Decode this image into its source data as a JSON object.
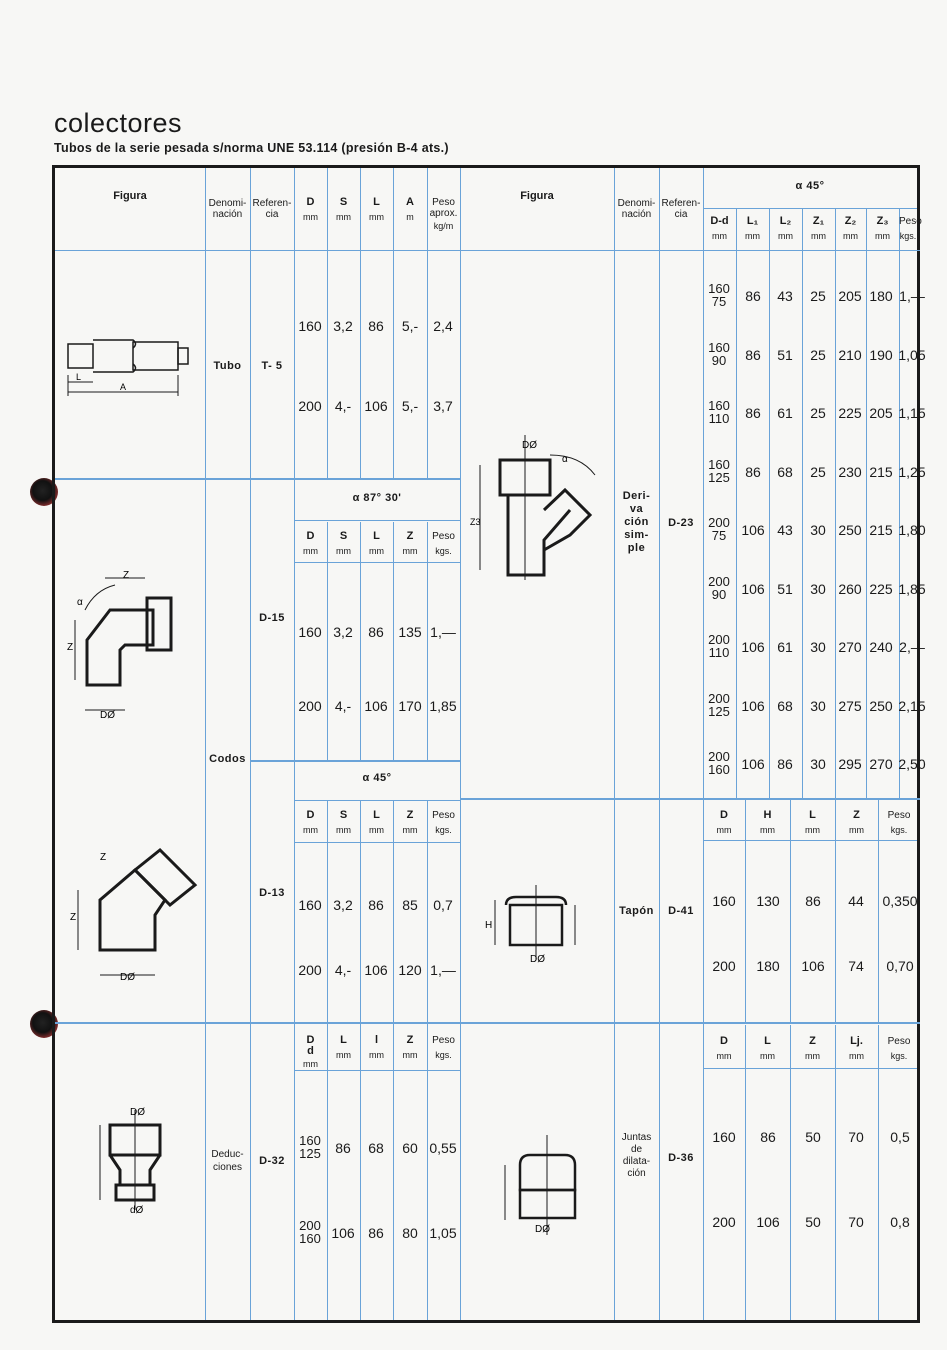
{
  "header": {
    "title": "colectores",
    "subtitle": "Tubos de la serie pesada s/norma UNE 53.114 (presión B-4 ats.)"
  },
  "left_header": {
    "figura": "Figura",
    "denominacion": "Denomi-\nnación",
    "referencia": "Referen-\ncia",
    "cols": [
      [
        "D",
        "mm"
      ],
      [
        "S",
        "mm"
      ],
      [
        "L",
        "mm"
      ],
      [
        "A",
        "m"
      ],
      [
        "Peso\naprox.",
        "kg/m"
      ]
    ]
  },
  "tubo": {
    "name": "Tubo",
    "ref": "T- 5",
    "rows": [
      [
        "160",
        "3,2",
        "86",
        "5,-",
        "2,4"
      ],
      [
        "200",
        "4,-",
        "106",
        "5,-",
        "3,7"
      ]
    ]
  },
  "codos": {
    "name": "Codos",
    "d15": {
      "ref": "D-15",
      "angle_symbol": "α",
      "angle": "87° 30'",
      "cols": [
        [
          "D",
          "mm"
        ],
        [
          "S",
          "mm"
        ],
        [
          "L",
          "mm"
        ],
        [
          "Z",
          "mm"
        ],
        [
          "Peso",
          "kgs."
        ]
      ],
      "rows": [
        [
          "160",
          "3,2",
          "86",
          "135",
          "1,—"
        ],
        [
          "200",
          "4,-",
          "106",
          "170",
          "1,85"
        ]
      ]
    },
    "d13": {
      "ref": "D-13",
      "angle_symbol": "α",
      "angle": "45°",
      "cols": [
        [
          "D",
          "mm"
        ],
        [
          "S",
          "mm"
        ],
        [
          "L",
          "mm"
        ],
        [
          "Z",
          "mm"
        ],
        [
          "Peso",
          "kgs."
        ]
      ],
      "rows": [
        [
          "160",
          "3,2",
          "86",
          "85",
          "0,7"
        ],
        [
          "200",
          "4,-",
          "106",
          "120",
          "1,—"
        ]
      ]
    }
  },
  "deducciones": {
    "name": "Deduc-\nciones",
    "ref": "D-32",
    "cols": [
      [
        "D\nd",
        "mm"
      ],
      [
        "L",
        "mm"
      ],
      [
        "l",
        "mm"
      ],
      [
        "Z",
        "mm"
      ],
      [
        "Peso",
        "kgs."
      ]
    ],
    "rows": [
      [
        "160\n125",
        "86",
        "68",
        "60",
        "0,55"
      ],
      [
        "200\n160",
        "106",
        "86",
        "80",
        "1,05"
      ]
    ]
  },
  "right_header": {
    "figura": "Figura",
    "denominacion": "Denomi-\nnación",
    "referencia": "Referen-\ncia",
    "angle_symbol": "α",
    "angle": "45°",
    "cols": [
      [
        "D-d",
        "mm"
      ],
      [
        "L₁",
        "mm"
      ],
      [
        "L₂",
        "mm"
      ],
      [
        "Z₁",
        "mm"
      ],
      [
        "Z₂",
        "mm"
      ],
      [
        "Z₃",
        "mm"
      ],
      [
        "Peso",
        "kgs."
      ]
    ]
  },
  "derivacion": {
    "name": "Deri-\nva\nción\nsim-\nple",
    "ref": "D-23",
    "rows": [
      [
        "160\n75",
        "86",
        "43",
        "25",
        "205",
        "180",
        "1,—"
      ],
      [
        "160\n90",
        "86",
        "51",
        "25",
        "210",
        "190",
        "1,05"
      ],
      [
        "160\n110",
        "86",
        "61",
        "25",
        "225",
        "205",
        "1,15"
      ],
      [
        "160\n125",
        "86",
        "68",
        "25",
        "230",
        "215",
        "1,25"
      ],
      [
        "200\n75",
        "106",
        "43",
        "30",
        "250",
        "215",
        "1,80"
      ],
      [
        "200\n90",
        "106",
        "51",
        "30",
        "260",
        "225",
        "1,85"
      ],
      [
        "200\n110",
        "106",
        "61",
        "30",
        "270",
        "240",
        "2,—"
      ],
      [
        "200\n125",
        "106",
        "68",
        "30",
        "275",
        "250",
        "2,15"
      ],
      [
        "200\n160",
        "106",
        "86",
        "30",
        "295",
        "270",
        "2,50"
      ]
    ]
  },
  "tapon": {
    "name": "Tapón",
    "ref": "D-41",
    "cols": [
      [
        "D",
        "mm"
      ],
      [
        "H",
        "mm"
      ],
      [
        "L",
        "mm"
      ],
      [
        "Z",
        "mm"
      ],
      [
        "Peso",
        "kgs."
      ]
    ],
    "rows": [
      [
        "160",
        "130",
        "86",
        "44",
        "0,350"
      ],
      [
        "200",
        "180",
        "106",
        "74",
        "0,70"
      ]
    ]
  },
  "juntas": {
    "name": "Juntas\nde\ndilata-\nción",
    "ref": "D-36",
    "cols": [
      [
        "D",
        "mm"
      ],
      [
        "L",
        "mm"
      ],
      [
        "Z",
        "mm"
      ],
      [
        "Lj.",
        "mm"
      ],
      [
        "Peso",
        "kgs."
      ]
    ],
    "rows": [
      [
        "160",
        "86",
        "50",
        "70",
        "0,5"
      ],
      [
        "200",
        "106",
        "50",
        "70",
        "0,8"
      ]
    ]
  },
  "colors": {
    "grid": "#6aa3d8",
    "ink": "#1a1a1a",
    "paper": "#f7f7f5"
  }
}
